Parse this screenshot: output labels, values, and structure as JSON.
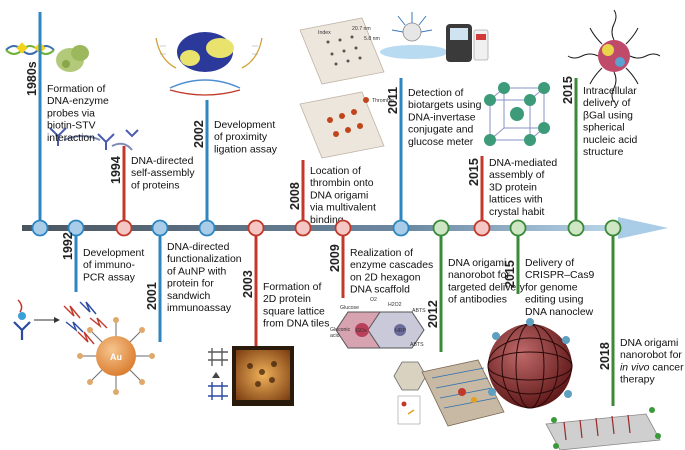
{
  "events": [
    {
      "id": "e1980",
      "year": "1980s",
      "lines": [
        "Formation of",
        "DNA-enzyme",
        "probes via",
        "biotin-STV",
        "interaction"
      ],
      "color": "#2e86c1"
    },
    {
      "id": "e1992",
      "year": "1992",
      "lines": [
        "Development",
        "of immuno-",
        "PCR assay"
      ],
      "color": "#2e86c1"
    },
    {
      "id": "e1994",
      "year": "1994",
      "lines": [
        "DNA-directed",
        "self-assembly",
        "of proteins"
      ],
      "color": "#c0392b"
    },
    {
      "id": "e2001",
      "year": "2001",
      "lines": [
        "DNA-directed",
        "functionalization",
        "of AuNP with",
        "protein for",
        "sandwich",
        "immunoassay"
      ],
      "color": "#2e86c1"
    },
    {
      "id": "e2002",
      "year": "2002",
      "lines": [
        "Development",
        "of proximity",
        "ligation assay"
      ],
      "color": "#2e86c1"
    },
    {
      "id": "e2003",
      "year": "2003",
      "lines": [
        "Formation of",
        "2D protein",
        "square lattice",
        "from DNA tiles"
      ],
      "color": "#c0392b"
    },
    {
      "id": "e2008",
      "year": "2008",
      "lines": [
        "Location of",
        "thrombin onto",
        "DNA origami",
        "via multivalent",
        "binding"
      ],
      "color": "#c0392b"
    },
    {
      "id": "e2009",
      "year": "2009",
      "lines": [
        "Realization of",
        "enzyme cascades",
        "on 2D hexagon",
        "DNA scaffold"
      ],
      "color": "#c0392b"
    },
    {
      "id": "e2011",
      "year": "2011",
      "lines": [
        "Detection of",
        "biotargets using",
        "DNA-invertase",
        "conjugate and",
        "glucose meter"
      ],
      "color": "#2e86c1"
    },
    {
      "id": "e2012",
      "year": "2012",
      "lines": [
        "DNA origami",
        "nanorobot for",
        "targeted delivery",
        "of antibodies"
      ],
      "color": "#3a8a3a"
    },
    {
      "id": "e2015a",
      "year": "2015",
      "lines": [
        "DNA-mediated",
        "assembly of",
        "3D protein",
        "lattices with",
        "crystal habit"
      ],
      "color": "#c0392b"
    },
    {
      "id": "e2015b",
      "year": "2015",
      "lines": [
        "Delivery of",
        "CRISPR–Cas9",
        "for genome",
        "editing using",
        "DNA nanoclew"
      ],
      "color": "#3a8a3a"
    },
    {
      "id": "e2015c",
      "year": "2015",
      "lines": [
        "Intracellular",
        "delivery of",
        "βGal using",
        "spherical",
        "nucleic acid",
        "structure"
      ],
      "color": "#3a8a3a"
    },
    {
      "id": "e2018",
      "year": "2018",
      "lines": [
        "DNA origami",
        "nanorobot for",
        "in vivo cancer",
        "therapy"
      ],
      "color": "#3a8a3a"
    }
  ],
  "illustration_labels": {
    "au": "Au",
    "index": "Index",
    "dim1": "20.7 nm",
    "dim2": "5.8 nm",
    "thrombin": "Thrombin",
    "glucose": "Glucose",
    "o2": "O2",
    "h2o2": "H2O2",
    "abts_ox": "ABTS",
    "abts": "ABTS",
    "gluconic": "Gluconic",
    "acid": "acid",
    "gox": "GOx",
    "hrp": "HRP"
  },
  "colors": {
    "axis": "#555f6b",
    "axis_arrow": "#9fc4dd",
    "blue": "#2e86c1",
    "red": "#c0392b",
    "green": "#3a8a3a",
    "node_blue": "#a9cce8",
    "node_red": "#f4c6c4",
    "node_green": "#cfe6c4"
  }
}
